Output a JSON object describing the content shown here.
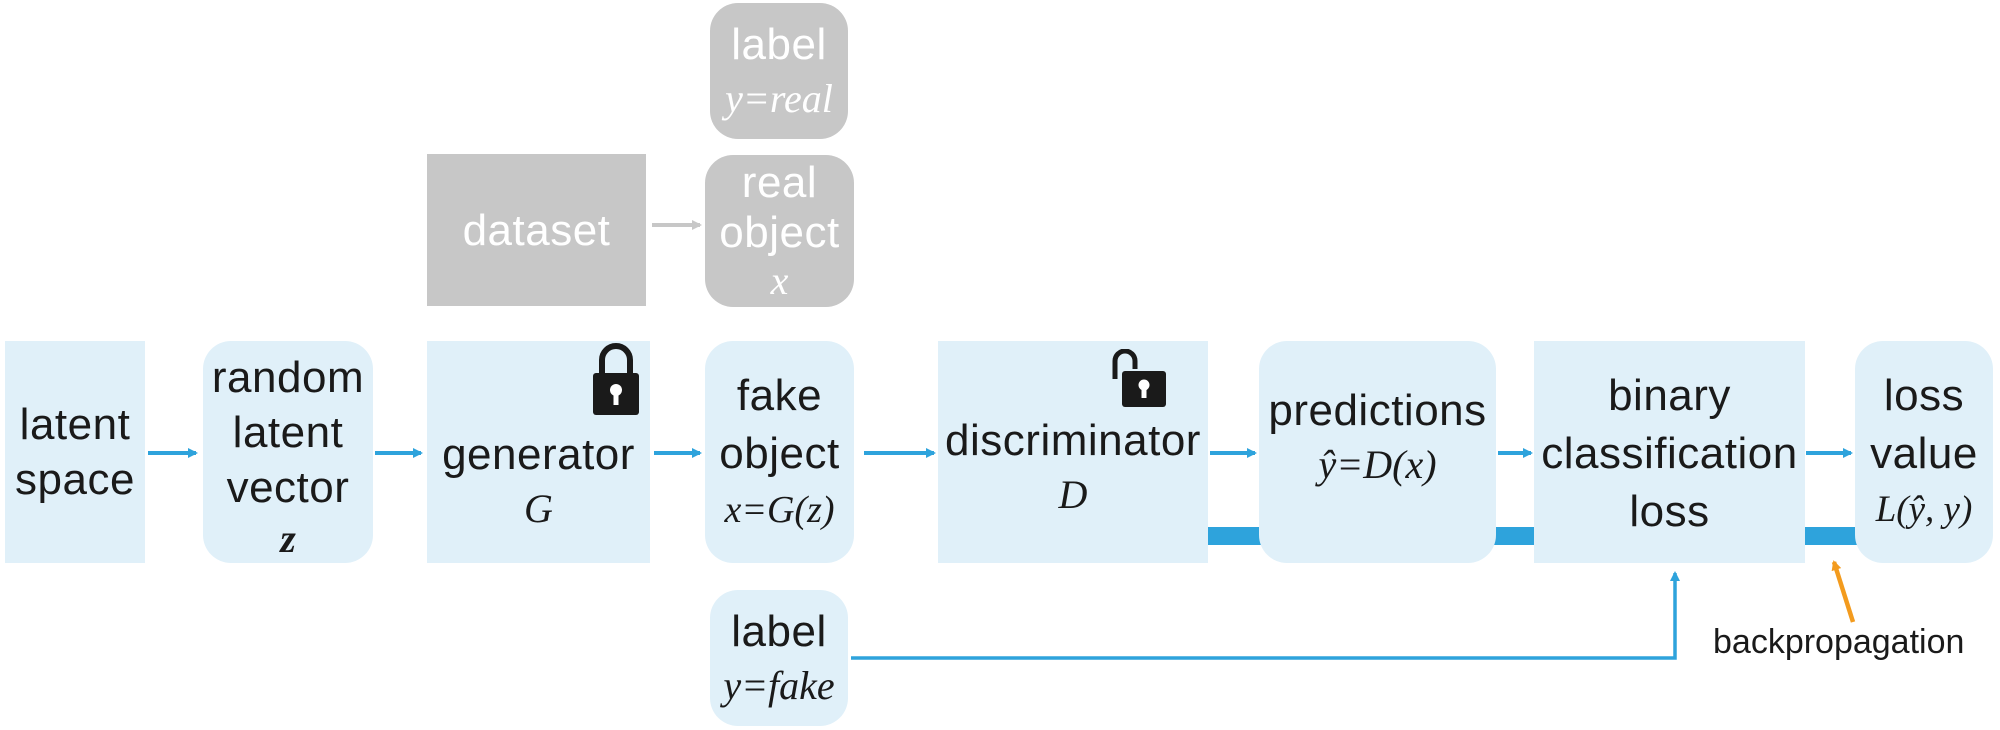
{
  "colors": {
    "node_fill": "#e0f0f9",
    "real_fill": "#c7c7c7",
    "flow_arrow": "#2ea3dc",
    "gray_arrow": "#c7c7c7",
    "backprop_pointer": "#f39b1e",
    "lock": "#1a1a1a"
  },
  "nodes": {
    "latent_space": {
      "label": "latent\nspace"
    },
    "random_vector": {
      "label": "random\nlatent\nvector",
      "math": "z"
    },
    "generator": {
      "label": "generator",
      "math": "G",
      "lock_icon": "locked-padlock"
    },
    "dataset": {
      "label": "dataset"
    },
    "real_label": {
      "label": "label",
      "math": "y=real"
    },
    "real_object": {
      "label": "real\nobject",
      "math": "x"
    },
    "fake_object": {
      "label": "fake\nobject",
      "math": "x=G(z)"
    },
    "fake_label": {
      "label": "label",
      "math": "y=fake"
    },
    "discriminator": {
      "label": "discriminator",
      "math": "D",
      "lock_icon": "unlocked-padlock"
    },
    "predictions": {
      "label": "predictions",
      "math": "ŷ=D(x)"
    },
    "loss_fn": {
      "label": "binary\nclassification\nloss"
    },
    "loss_value": {
      "label": "loss\nvalue",
      "math": "L(ŷ, y)"
    }
  },
  "annotations": {
    "backprop": "backpropagation"
  }
}
